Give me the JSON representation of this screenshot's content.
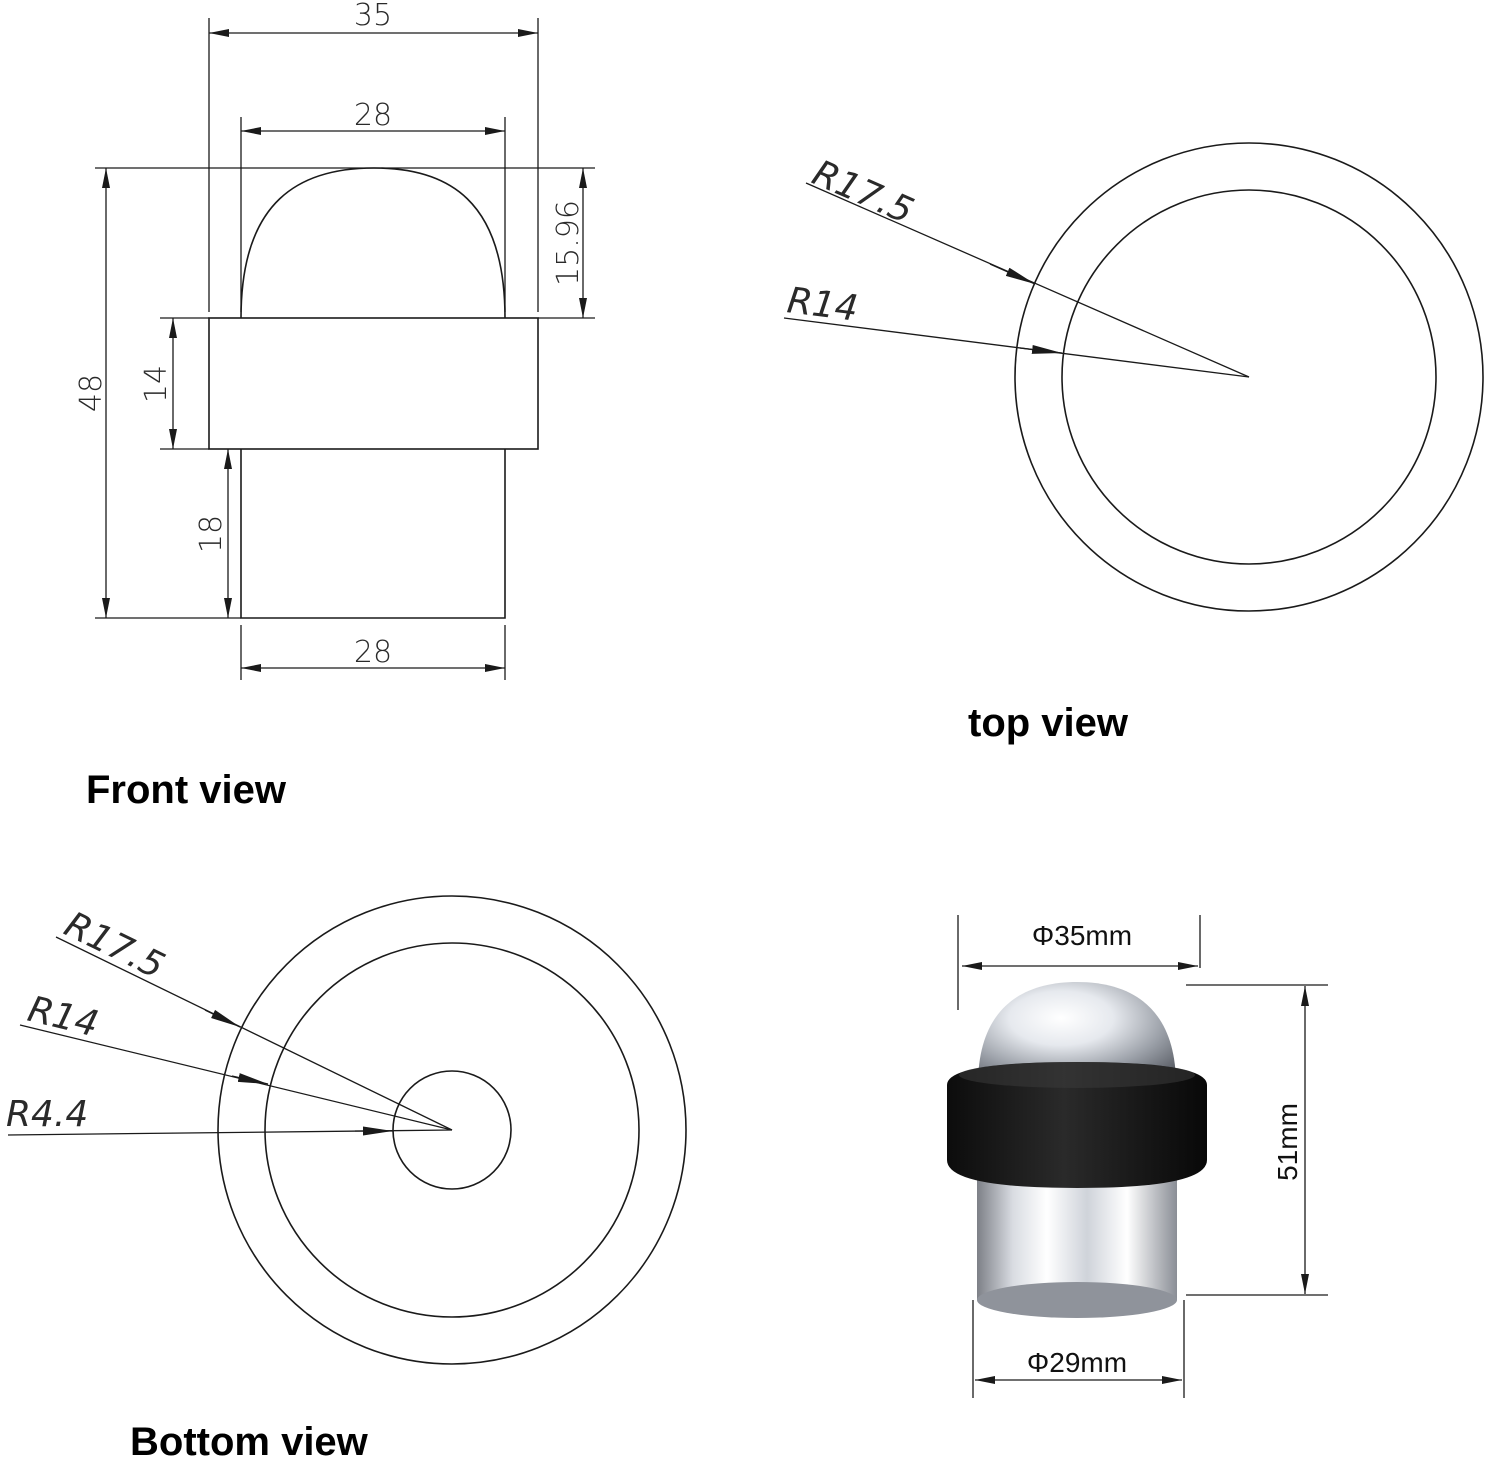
{
  "front_view": {
    "title": "Front view",
    "dim_overall_width": "35",
    "dim_dome_width": "28",
    "dim_dome_height": "15.96",
    "dim_overall_height": "48",
    "dim_ring_height": "14",
    "dim_base_height": "18",
    "dim_base_width": "28"
  },
  "top_view": {
    "title": "top view",
    "dim_outer_radius": "R17.5",
    "dim_inner_radius": "R14"
  },
  "bottom_view": {
    "title": "Bottom view",
    "dim_outer_radius": "R17.5",
    "dim_inner_radius": "R14",
    "dim_hole_radius": "R4.4"
  },
  "photo": {
    "dim_top_diameter": "Φ35mm",
    "dim_height": "51mm",
    "dim_bottom_diameter": "Φ29mm"
  }
}
